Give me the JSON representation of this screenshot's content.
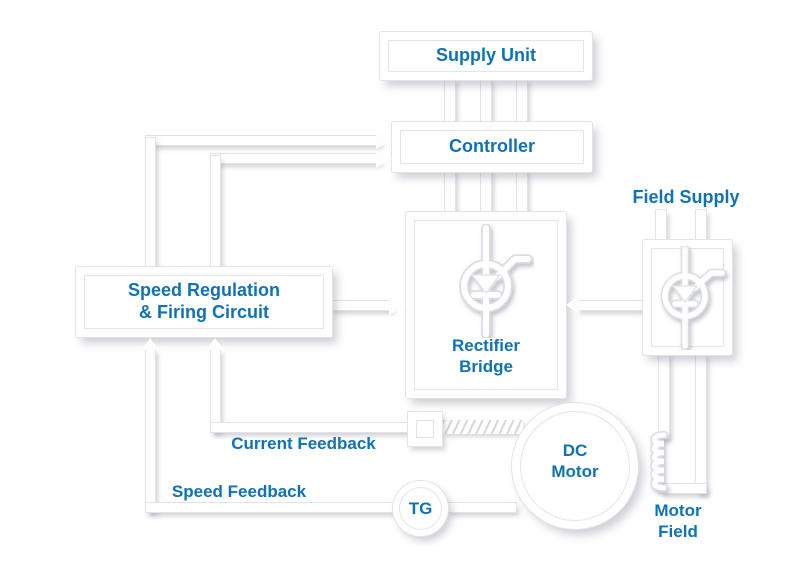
{
  "colors": {
    "label_text": "#0f72b6",
    "wire_edge": "#e2e3e8",
    "shape_fill": "#ffffff"
  },
  "blocks": {
    "supply_unit": {
      "label": "Supply Unit"
    },
    "controller": {
      "label": "Controller"
    },
    "rectifier_bridge": {
      "line1": "Rectifier",
      "line2": "Bridge"
    },
    "field_supply": {
      "label": "Field Supply"
    },
    "speed_regulation": {
      "line1": "Speed Regulation",
      "line2": "& Firing Circuit"
    },
    "dc_motor": {
      "line1": "DC",
      "line2": "Motor"
    },
    "tachogenerator": {
      "label": "TG"
    },
    "motor_field": {
      "line1": "Motor",
      "line2": "Field"
    }
  },
  "annotations": {
    "current_feedback": "Current Feedback",
    "speed_feedback": "Speed Feedback"
  },
  "icons": {
    "rectifier_thyristor": "thyristor-symbol",
    "field_thyristor": "thyristor-symbol",
    "motor_field_coil": "inductor-coil",
    "current_sensor": "shunt-square",
    "motor_shaft": "hatched-shaft"
  }
}
